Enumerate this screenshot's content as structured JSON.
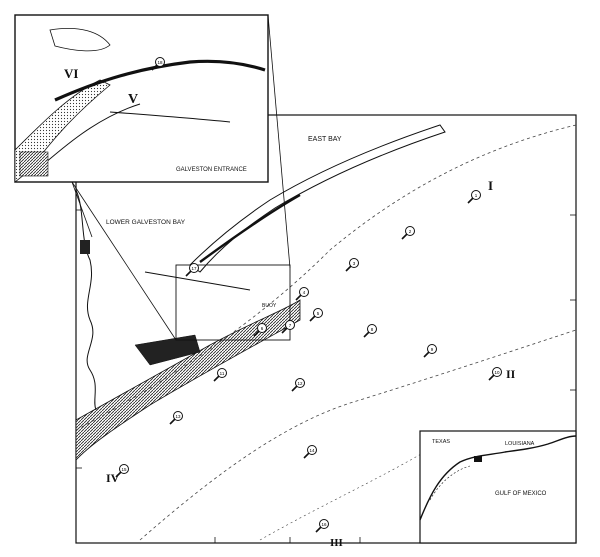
{
  "map": {
    "labels": {
      "east_bay": "EAST BAY",
      "lower_galveston_bay": "LOWER GALVESTON BAY",
      "galveston_entrance": "GALVESTON ENTRANCE",
      "gulf_of_mexico": "GULF OF MEXICO",
      "texas": "TEXAS",
      "louisiana": "LOUISIANA",
      "buoy": "BUOY"
    },
    "regions": {
      "I": "I",
      "II": "II",
      "III": "III",
      "IV": "IV",
      "V": "V",
      "VI": "VI"
    },
    "stations": [
      "1",
      "2",
      "3",
      "4",
      "5",
      "6",
      "7",
      "8",
      "9",
      "10",
      "11",
      "12",
      "13",
      "14",
      "15",
      "16",
      "17",
      "18"
    ]
  },
  "colors": {
    "ink": "#111111",
    "paper": "#ffffff",
    "land_hatch": "#555555"
  }
}
